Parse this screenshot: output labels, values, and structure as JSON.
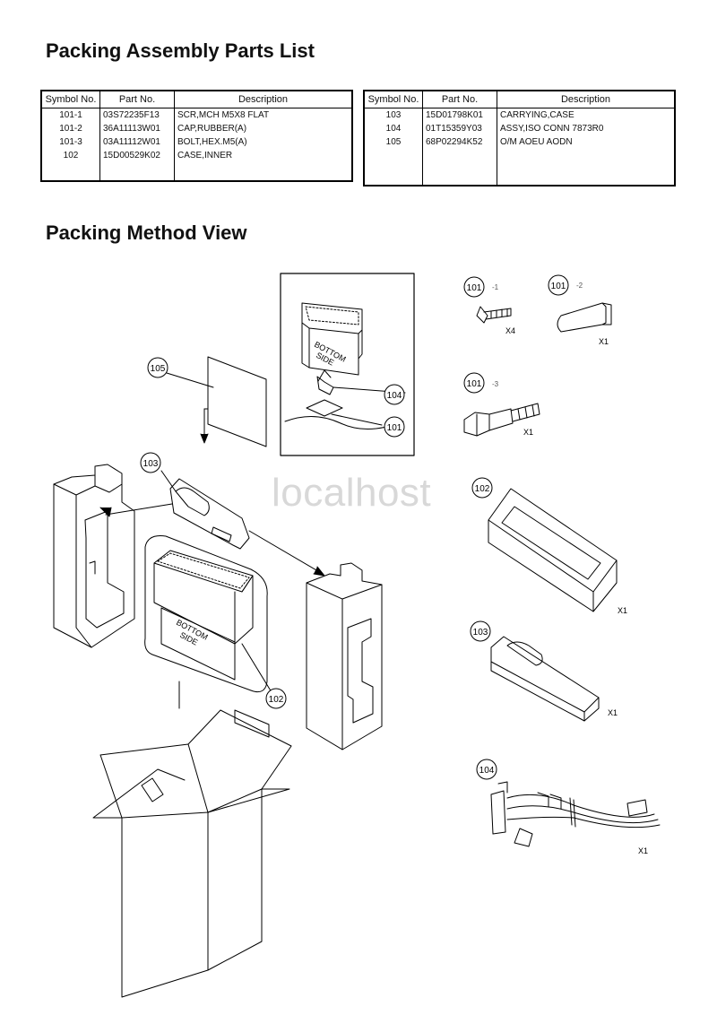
{
  "headings": {
    "parts_list": "Packing Assembly Parts List",
    "method_view": "Packing Method View"
  },
  "table_columns": {
    "symbol": "Symbol No.",
    "part_no": "Part No.",
    "description": "Description"
  },
  "parts_left": [
    {
      "symbol": "101-1",
      "part_no": "03S72235F13",
      "description": "SCR,MCH M5X8 FLAT"
    },
    {
      "symbol": "101-2",
      "part_no": "36A11113W01",
      "description": "CAP,RUBBER(A)"
    },
    {
      "symbol": "101-3",
      "part_no": "03A11112W01",
      "description": "BOLT,HEX.M5(A)"
    },
    {
      "symbol": "102",
      "part_no": "15D00529K02",
      "description": "CASE,INNER"
    }
  ],
  "parts_right": [
    {
      "symbol": "103",
      "part_no": "15D01798K01",
      "description": "CARRYING,CASE"
    },
    {
      "symbol": "104",
      "part_no": "01T15359Y03",
      "description": "ASSY,ISO CONN 7873R0"
    },
    {
      "symbol": "105",
      "part_no": "68P02294K52",
      "description": "O/M AOEU AODN"
    }
  ],
  "diagram": {
    "callouts": [
      "101",
      "101",
      "101",
      "101",
      "102",
      "102",
      "103",
      "103",
      "104",
      "104",
      "105"
    ],
    "suffixes": [
      "-1",
      "-2",
      "-3"
    ],
    "quantities": [
      "X4",
      "X1",
      "X1",
      "X1",
      "X1",
      "X1"
    ],
    "case_label": [
      "BOTTOM",
      "SIDE"
    ]
  },
  "watermark": "localhost"
}
